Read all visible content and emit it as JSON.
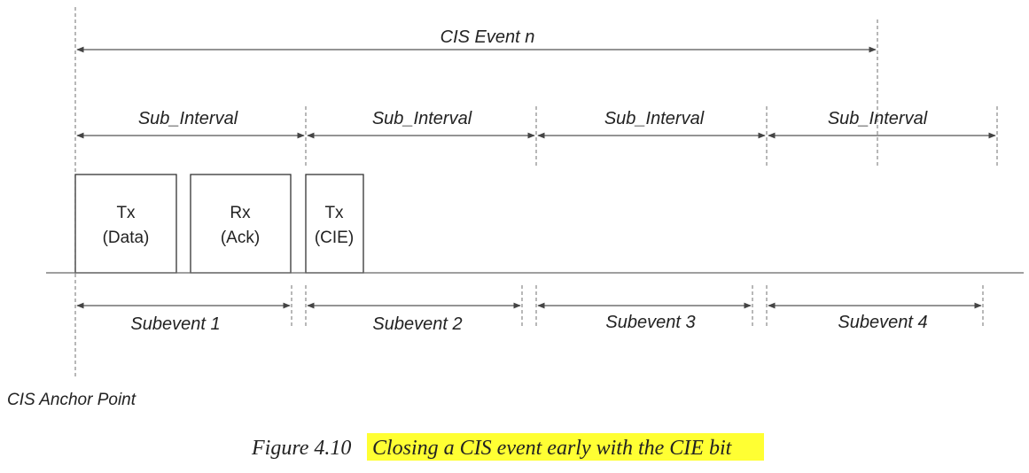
{
  "event": {
    "label": "CIS Event n"
  },
  "sub_intervals": [
    {
      "label": "Sub_Interval"
    },
    {
      "label": "Sub_Interval"
    },
    {
      "label": "Sub_Interval"
    },
    {
      "label": "Sub_Interval"
    }
  ],
  "packets": [
    {
      "line1": "Tx",
      "line2": "(Data)"
    },
    {
      "line1": "Rx",
      "line2": "(Ack)"
    },
    {
      "line1": "Tx",
      "line2": "(CIE)"
    }
  ],
  "subevents": [
    {
      "label": "Subevent 1"
    },
    {
      "label": "Subevent 2"
    },
    {
      "label": "Subevent 3"
    },
    {
      "label": "Subevent 4"
    }
  ],
  "anchor": {
    "label": "CIS Anchor Point"
  },
  "caption": {
    "number": "Figure 4.10",
    "text": "Closing a CIS event early with the CIE bit",
    "highlight_color": "#ffff33"
  }
}
